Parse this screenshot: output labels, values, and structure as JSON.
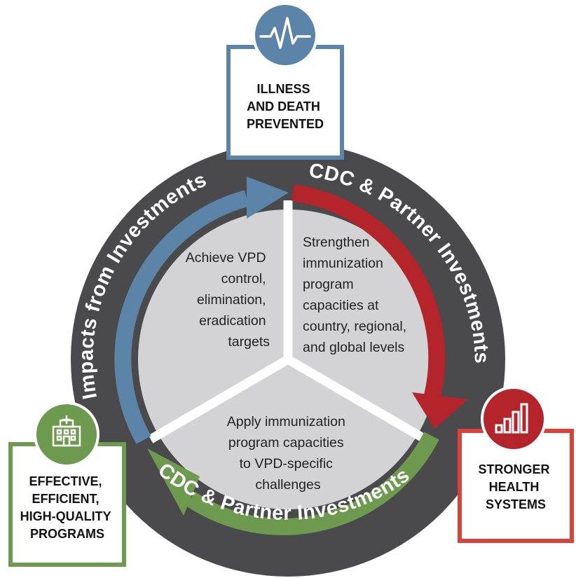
{
  "colors": {
    "ring": "#4a4a4c",
    "sector": "#d3d3d5",
    "blue": "#5b84a8",
    "red": "#b3242b",
    "green": "#6d9a4f",
    "red_box": "#d9413b"
  },
  "ring_labels": {
    "top_right": "CDC & Partner Investments",
    "left": "Impacts from Investments",
    "bottom": "CDC & Partner Investments"
  },
  "sectors": {
    "left": [
      "Achieve VPD",
      "control,",
      "elimination,",
      "eradication",
      "targets"
    ],
    "right": [
      "Strengthen",
      "immunization",
      "program",
      "capacities at",
      "country, regional,",
      "and global levels"
    ],
    "bottom": [
      "Apply immunization",
      "program capacities",
      "to VPD-specific",
      "challenges"
    ]
  },
  "outcomes": {
    "top": {
      "lines": [
        "ILLNESS",
        "AND DEATH",
        "PREVENTED"
      ],
      "icon": "heartbeat-icon"
    },
    "right": {
      "lines": [
        "STRONGER",
        "HEALTH",
        "SYSTEMS"
      ],
      "icon": "bar-chart-icon"
    },
    "left": {
      "lines": [
        "EFFECTIVE,",
        "EFFICIENT,",
        "HIGH-QUALITY",
        "PROGRAMS"
      ],
      "icon": "hospital-icon"
    }
  }
}
